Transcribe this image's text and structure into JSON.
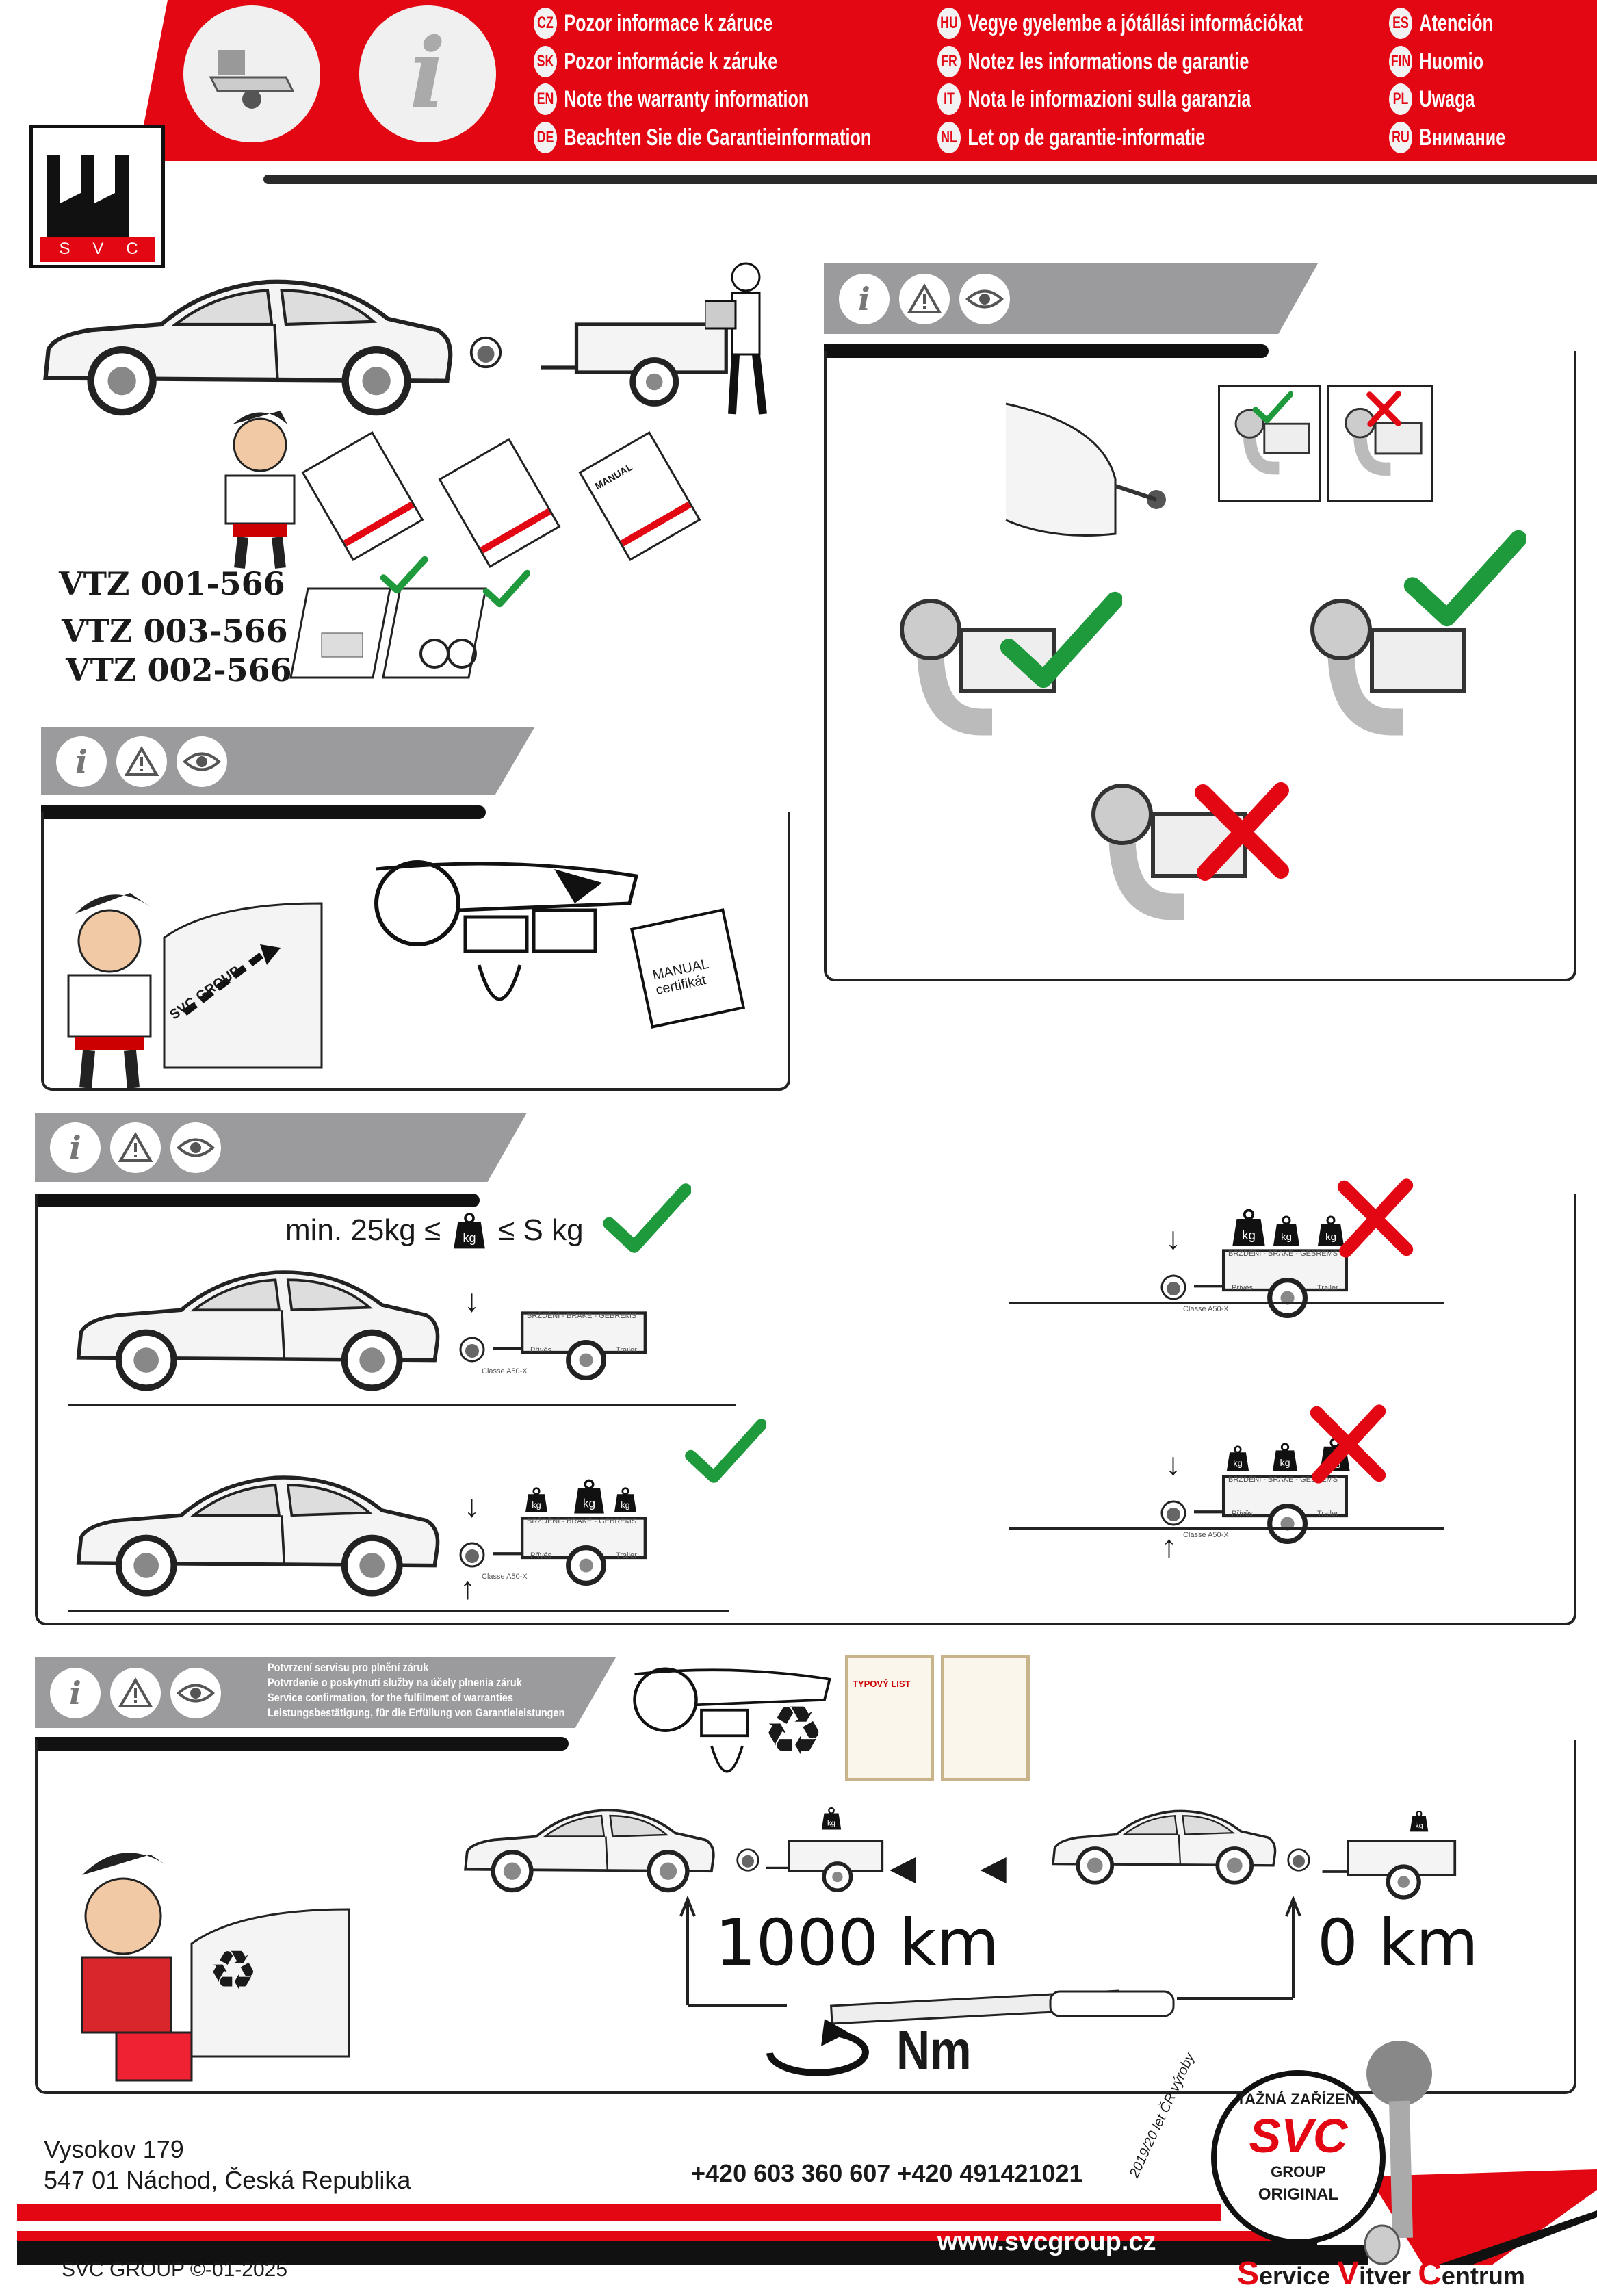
{
  "header": {
    "languages": [
      {
        "code": "CZ",
        "text": "Pozor informace k záruce"
      },
      {
        "code": "SK",
        "text": "Pozor informácie k záruke"
      },
      {
        "code": "EN",
        "text": "Note the warranty information"
      },
      {
        "code": "DE",
        "text": "Beachten Sie die Garantieinformation"
      },
      {
        "code": "HU",
        "text": "Vegye gyelembe a jótállási információkat"
      },
      {
        "code": "FR",
        "text": "Notez les informations de garantie"
      },
      {
        "code": "IT",
        "text": "Nota le informazioni sulla garanzia"
      },
      {
        "code": "NL",
        "text": "Let op de garantie-informatie"
      },
      {
        "code": "ES",
        "text": "Atención"
      },
      {
        "code": "FIN",
        "text": "Huomio"
      },
      {
        "code": "PL",
        "text": "Uwaga"
      },
      {
        "code": "RU",
        "text": "Внимание"
      }
    ],
    "logo_letters": [
      "S",
      "V",
      "C"
    ],
    "info_glyph": "i"
  },
  "section1": {
    "models": [
      "VTZ 001-566",
      "VTZ 003-566",
      "VTZ 002-566"
    ],
    "manual_label": "MANUAL"
  },
  "section3": {
    "manual_label": "MANUAL",
    "certificate_label": "certifikát",
    "brand_label": "SVC GROUP"
  },
  "section4": {
    "weight_rule": {
      "min_text": "min. 25kg ≤",
      "max_text": "≤ S kg",
      "weight_unit": "kg"
    },
    "ball_label": "Classe A50-X",
    "trailer_label": "BRŽDĚNÍ - BRAKE - GEBREMS",
    "trailer_cz": "Přívěs",
    "trailer_en": "Trailer"
  },
  "section5": {
    "service_text": [
      "Potvrzení servisu pro plnění záruk",
      "Potvrdenie o poskytnutí služby na účely plnenia záruk",
      "Service confirmation, for the fulfilment of warranties",
      "Leistungsbestätigung, für die Erfüllung von Garantieleistungen"
    ],
    "doc_title": "TYPOVÝ LIST",
    "distance_after": "1000 km",
    "distance_start": "0 km",
    "torque_unit": "Nm"
  },
  "footer": {
    "address_line1": "Vysokov 179",
    "address_line2": "547 01 Náchod,  Česká Republika",
    "phones": "+420 603 360 607  +420 491421021",
    "website": "www.svcgroup.cz",
    "copyright": "SVC GROUP ©-01-2025",
    "slogan": [
      "S",
      "ervice ",
      "V",
      "itver ",
      "C",
      "entrum"
    ],
    "seal": {
      "top": "TAŽNÁ ZAŘÍZENÍ",
      "brand": "SVC",
      "group": "GROUP",
      "bottom": "ORIGINAL",
      "years": "2019/20 let ČR výroby"
    }
  },
  "colors": {
    "brand_red": "#e30613",
    "band_gray": "#9b9a9c",
    "check_green": "#1e9a3c"
  }
}
